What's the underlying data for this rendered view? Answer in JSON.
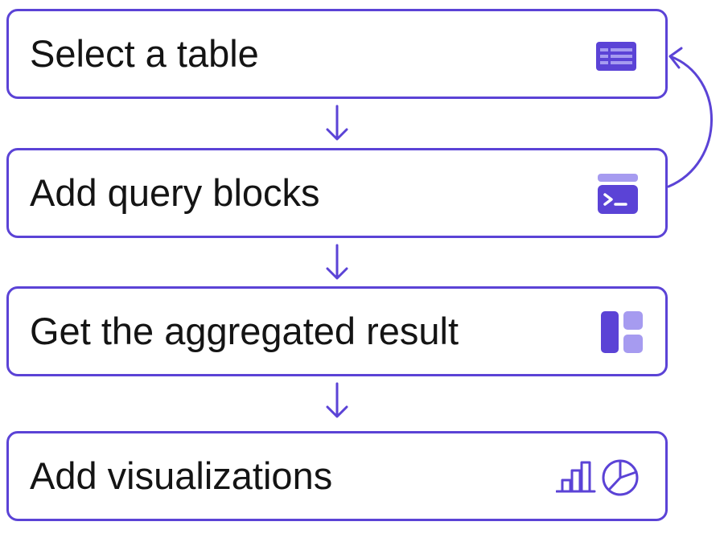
{
  "colors": {
    "accent": "#5b43d6",
    "accent_light": "#a69bf0",
    "text": "#141414",
    "background": "#ffffff"
  },
  "steps": [
    {
      "label": "Select a table",
      "icon": "table-icon"
    },
    {
      "label": "Add query blocks",
      "icon": "terminal-icon"
    },
    {
      "label": "Get the aggregated result",
      "icon": "layout-blocks-icon"
    },
    {
      "label": "Add visualizations",
      "icon": "bar-and-pie-chart-icon"
    }
  ],
  "connections": [
    {
      "from": "Select a table",
      "to": "Add query blocks",
      "icon": "arrow-down-icon"
    },
    {
      "from": "Add query blocks",
      "to": "Get the aggregated result",
      "icon": "arrow-down-icon"
    },
    {
      "from": "Get the aggregated result",
      "to": "Add visualizations",
      "icon": "arrow-down-icon"
    },
    {
      "from": "Add query blocks",
      "to": "Select a table",
      "icon": "loop-back-arrow-icon"
    }
  ]
}
